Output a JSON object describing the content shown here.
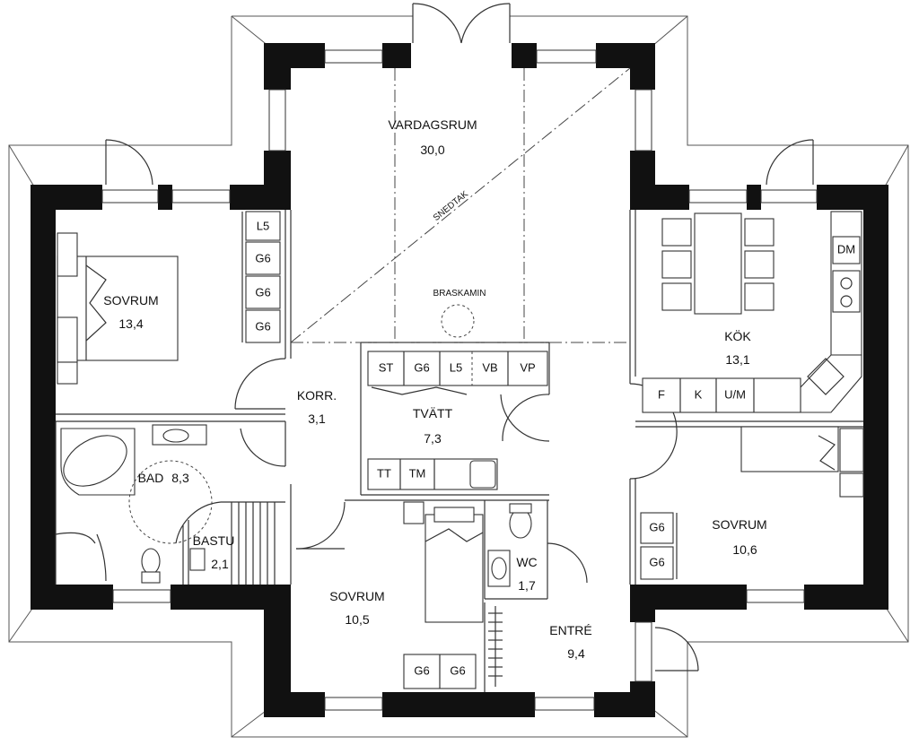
{
  "rooms": {
    "vardagsrum": {
      "name": "VARDAGSRUM",
      "area": "30,0"
    },
    "sovrum_left": {
      "name": "SOVRUM",
      "area": "13,4"
    },
    "kok": {
      "name": "KÖK",
      "area": "13,1"
    },
    "korr": {
      "name": "KORR.",
      "area": "3,1"
    },
    "tvatt": {
      "name": "TVÄTT",
      "area": "7,3"
    },
    "bad": {
      "name": "BAD",
      "area": "8,3"
    },
    "bastu": {
      "name": "BASTU",
      "area": "2,1"
    },
    "sovrum_bottom": {
      "name": "SOVRUM",
      "area": "10,5"
    },
    "wc": {
      "name": "WC",
      "area": "1,7"
    },
    "entre": {
      "name": "ENTRÉ",
      "area": "9,4"
    },
    "sovrum_right": {
      "name": "SOVRUM",
      "area": "10,6"
    }
  },
  "annotations": {
    "snedtak": "SNEDTAK",
    "braskamin": "BRASKAMIN"
  },
  "storage": {
    "sovrum_left": [
      "L5",
      "G6",
      "G6",
      "G6"
    ],
    "tvatt_top": [
      "ST",
      "G6",
      "L5",
      "VB",
      "VP"
    ],
    "tvatt_bottom": [
      "TT",
      "TM"
    ],
    "kok_counter": [
      "F",
      "K",
      "U/M"
    ],
    "kok_dm": "DM",
    "sovrum_right": [
      "G6",
      "G6"
    ],
    "sovrum_bottom": [
      "G6",
      "G6"
    ]
  },
  "colors": {
    "wall": "#111111",
    "line": "#333333",
    "background": "#ffffff"
  }
}
